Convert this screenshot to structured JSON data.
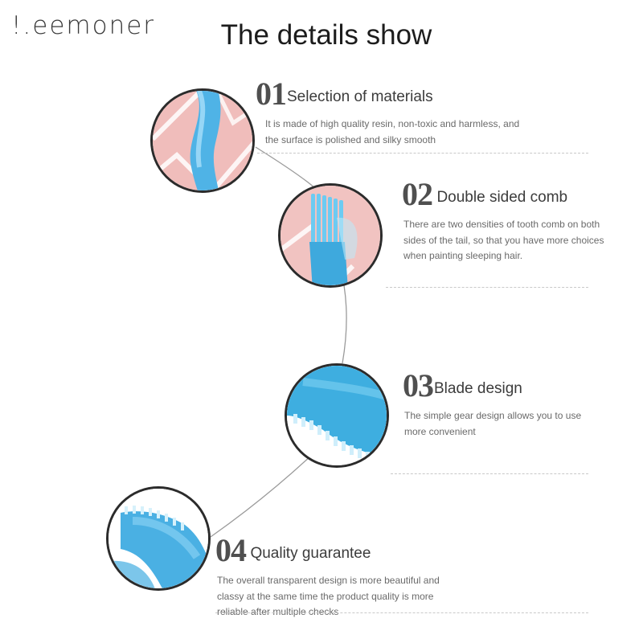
{
  "brand": {
    "logo_text": "!.eemoner"
  },
  "page": {
    "title": "The details show"
  },
  "features": [
    {
      "number": "01",
      "title": "Selection of materials",
      "description": "It is made of high quality resin, non-toxic and harmless, and the surface is polished and silky smooth",
      "image": "comb-tail-closeup"
    },
    {
      "number": "02",
      "title": "Double sided comb",
      "description": "There are two densities of tooth comb on both sides of the tail, so that you have more choices when painting sleeping hair.",
      "image": "comb-teeth-closeup"
    },
    {
      "number": "03",
      "title": "Blade design",
      "description": "The simple gear design allows you to use more convenient",
      "image": "gear-blade-closeup"
    },
    {
      "number": "04",
      "title": "Quality guarantee",
      "description": "The overall transparent design is more beautiful and classy at the same time the product quality is more reliable after multiple checks",
      "image": "transparent-comb-closeup"
    }
  ],
  "colors": {
    "product_blue": "#54b6e6",
    "skin_pink": "#efb7b4",
    "ring": "#2b2b2b"
  }
}
